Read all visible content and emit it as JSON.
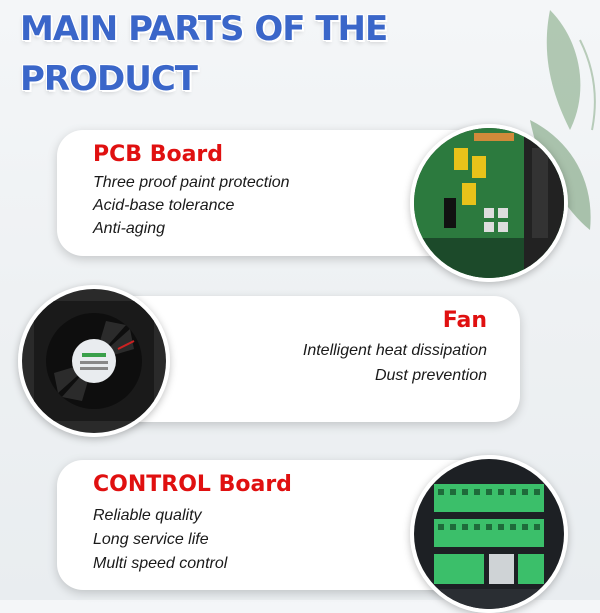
{
  "heading": {
    "line1": "MAIN PARTS OF THE",
    "line2": "PRODUCT"
  },
  "cards": [
    {
      "title": "PCB Board",
      "features": [
        "Three proof paint protection",
        "Acid-base tolerance",
        "Anti-aging"
      ],
      "image": "pcb-board-photo"
    },
    {
      "title": "Fan",
      "features": [
        "Intelligent heat dissipation",
        "Dust prevention"
      ],
      "image": "cooling-fan-photo"
    },
    {
      "title": "CONTROL Board",
      "features": [
        "Reliable quality",
        "Long service life",
        "Multi speed control"
      ],
      "image": "control-board-terminals-photo"
    }
  ],
  "colors": {
    "heading": "#3a66c9",
    "card_title": "#e01010",
    "card_bg": "#ffffff"
  }
}
